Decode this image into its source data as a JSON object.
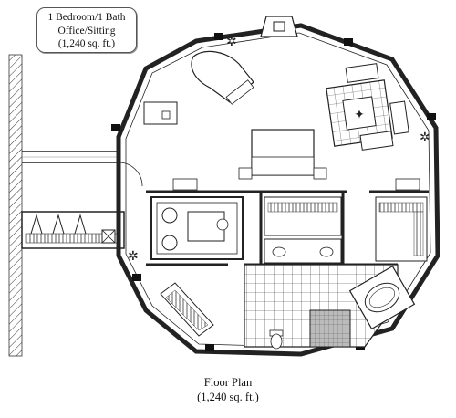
{
  "label": {
    "line1": "1 Bedroom/1 Bath",
    "line2": "Office/Sitting",
    "line3": "(1,240 sq. ft.)"
  },
  "caption": {
    "title": "Floor Plan",
    "area": "(1,240 sq. ft.)"
  }
}
